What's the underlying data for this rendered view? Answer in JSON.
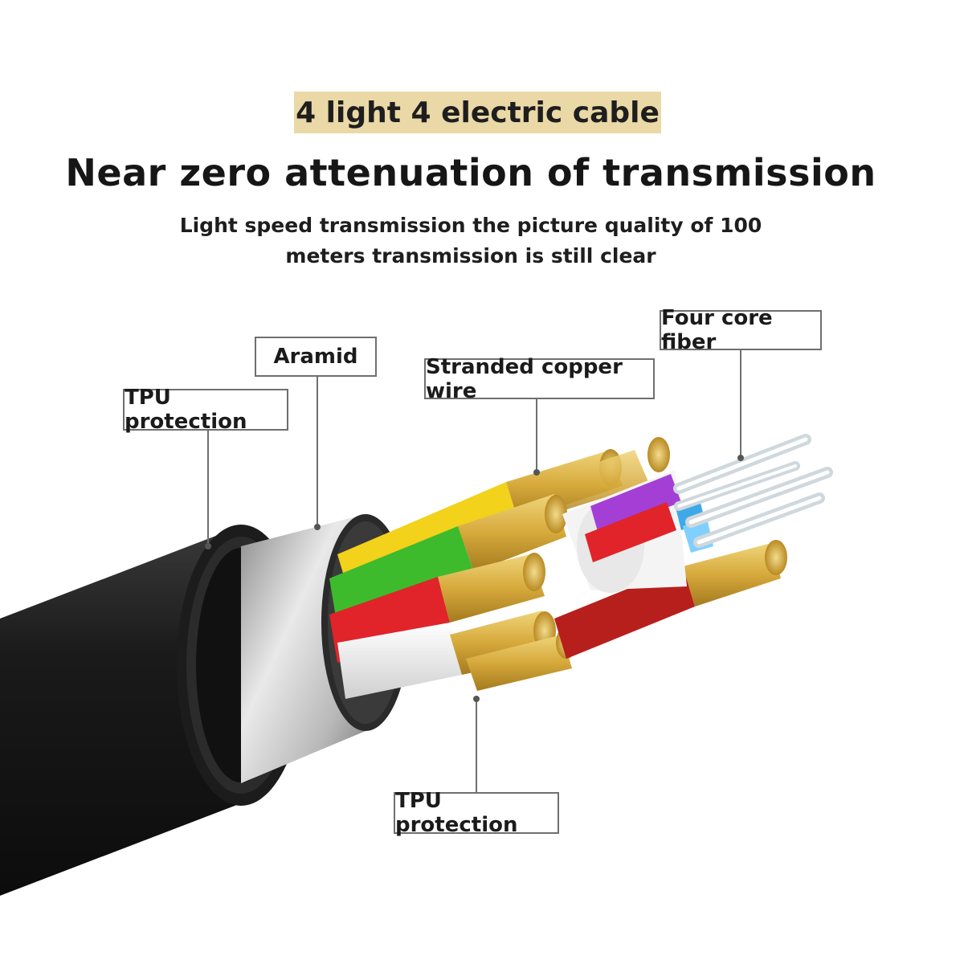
{
  "header": {
    "banner": "4 light 4 electric cable",
    "headline": "Near zero attenuation of transmission",
    "subtitle_line1": "Light speed transmission  the picture quality of 100",
    "subtitle_line2": "meters transmission is still clear"
  },
  "callouts": {
    "aramid": "Aramid",
    "tpu_outer": "TPU protection",
    "copper": "Stranded copper wire",
    "fiber": "Four core fiber",
    "tpu_inner": "TPU protection"
  },
  "colors": {
    "banner_bg": "#ead8a6",
    "jacket": "#1a1a1a",
    "shield": "#c9c9c9",
    "copper": "#d9b24a",
    "wire_yellow": "#f2d21a",
    "wire_green": "#3dbb2d",
    "wire_red": "#e0242a",
    "wire_darkred": "#b71f1c",
    "wire_purple": "#a43fd6",
    "fiber_blue": "#3fa9e8"
  },
  "icons": [
    "cable-cross-section-illustration"
  ]
}
